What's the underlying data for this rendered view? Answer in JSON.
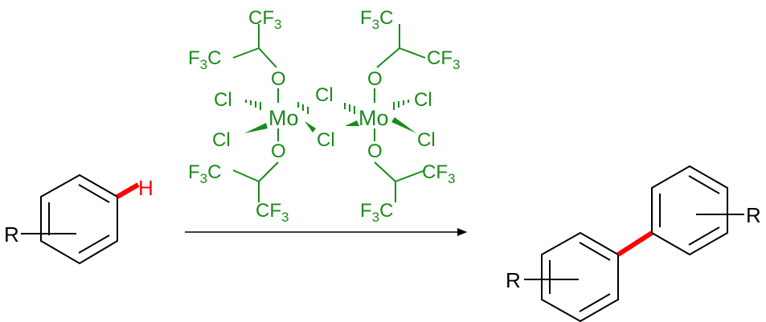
{
  "colors": {
    "structure": "#000000",
    "catalyst": "#1a8a1a",
    "highlight_bond": "#ff0000",
    "reactive_h": "#ff0000",
    "background": "#ffffff"
  },
  "reactant": {
    "substituent": "R",
    "reactive_atom": "H"
  },
  "catalyst": {
    "metal": "Mo",
    "chloride": "Cl",
    "oxygen": "O",
    "cf3": {
      "main": "CF",
      "sub": "3"
    },
    "f3c": {
      "pre": "F",
      "sub": "3",
      "post": "C"
    }
  },
  "product": {
    "substituent_left": "R",
    "substituent_right": "R"
  }
}
